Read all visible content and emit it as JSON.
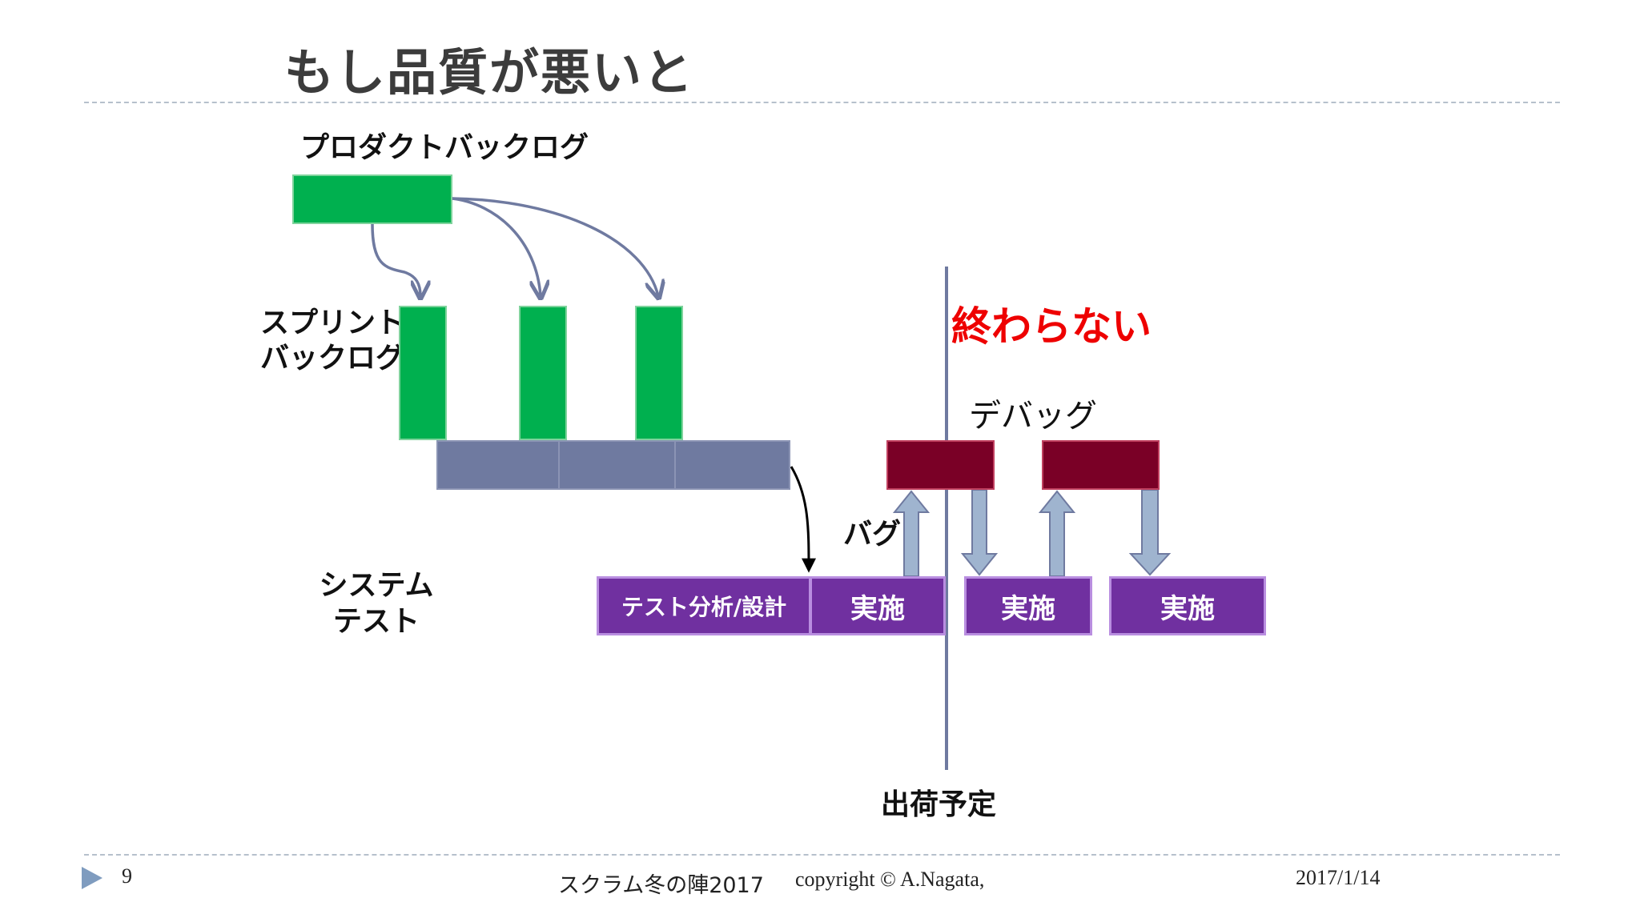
{
  "slide": {
    "title": "もし品質が悪いと"
  },
  "labels": {
    "product_backlog": "プロダクトバックログ",
    "sprint_backlog_line1": "スプリント",
    "sprint_backlog_line2": "バックログ",
    "system_test_line1": "システム",
    "system_test_line2": "テスト",
    "not_finished": "終わらない",
    "debug": "デバッグ",
    "bug": "バグ",
    "ship_date": "出荷予定"
  },
  "boxes": {
    "test_analysis_design": "テスト分析/設計",
    "execute_1": "実施",
    "execute_2": "実施",
    "execute_3": "実施"
  },
  "footer": {
    "page_number": "9",
    "event": "スクラム冬の陣2017",
    "copyright": "copyright © A.Nagata,",
    "date": "2017/1/14"
  },
  "colors": {
    "backlog_green": "#00b04f",
    "sprint_bar_gray": "#6f7aa0",
    "debug_crimson": "#7a0026",
    "test_purple": "#7030a0",
    "alert_red": "#ee0000",
    "arrow_slate": "#6f7aa0",
    "arrow_fill": "#9fb4cf"
  }
}
